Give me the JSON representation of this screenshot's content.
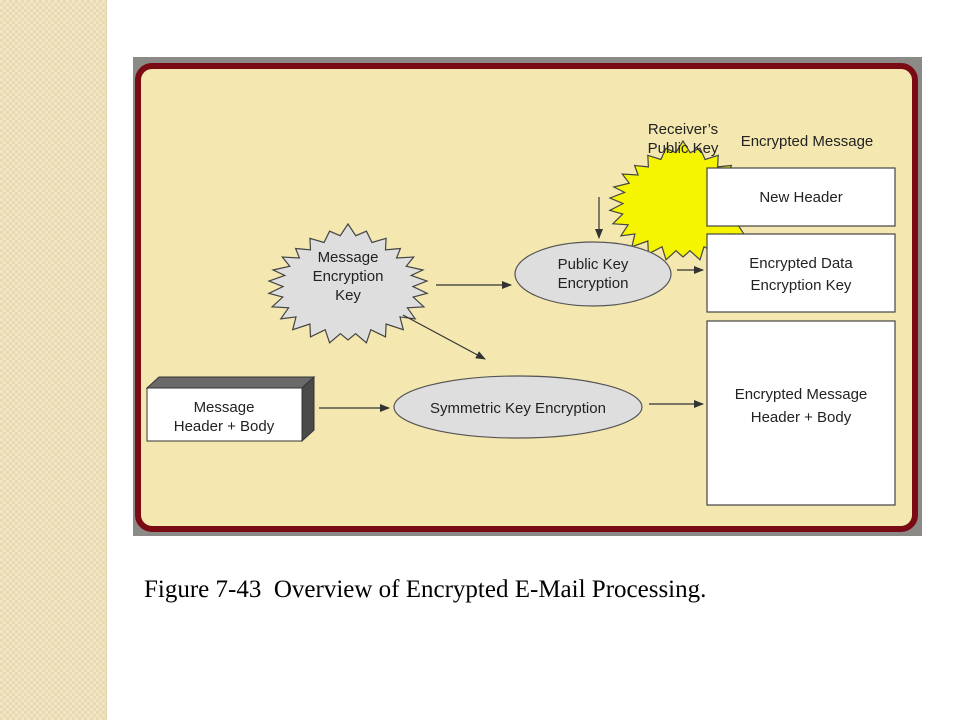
{
  "colors": {
    "panel_bg": "#f4e8b0",
    "panel_frame": "#7a0a14",
    "outer_bg": "#8c8a86",
    "starburst_yellow": "#f5f500",
    "shape_grey": "#dedede",
    "box_white": "#ffffff",
    "side_strip": "#f3e6c5"
  },
  "diagram": {
    "receiver_key": {
      "line1": "Receiver’s",
      "line2": "Public Key"
    },
    "message_key": {
      "line1": "Message",
      "line2": "Encryption",
      "line3": "Key"
    },
    "public_key_encryption": {
      "line1": "Public Key",
      "line2": "Encryption"
    },
    "symmetric_key_encryption": "Symmetric Key Encryption",
    "message_box": {
      "line1": "Message",
      "line2": "Header + Body"
    },
    "encrypted_message_title": "Encrypted Message",
    "new_header": "New Header",
    "encrypted_data_key": {
      "line1": "Encrypted Data",
      "line2": "Encryption Key"
    },
    "encrypted_message_body": {
      "line1": "Encrypted Message",
      "line2": "Header + Body"
    }
  },
  "caption": "Figure 7-43  Overview of Encrypted E-Mail Processing."
}
